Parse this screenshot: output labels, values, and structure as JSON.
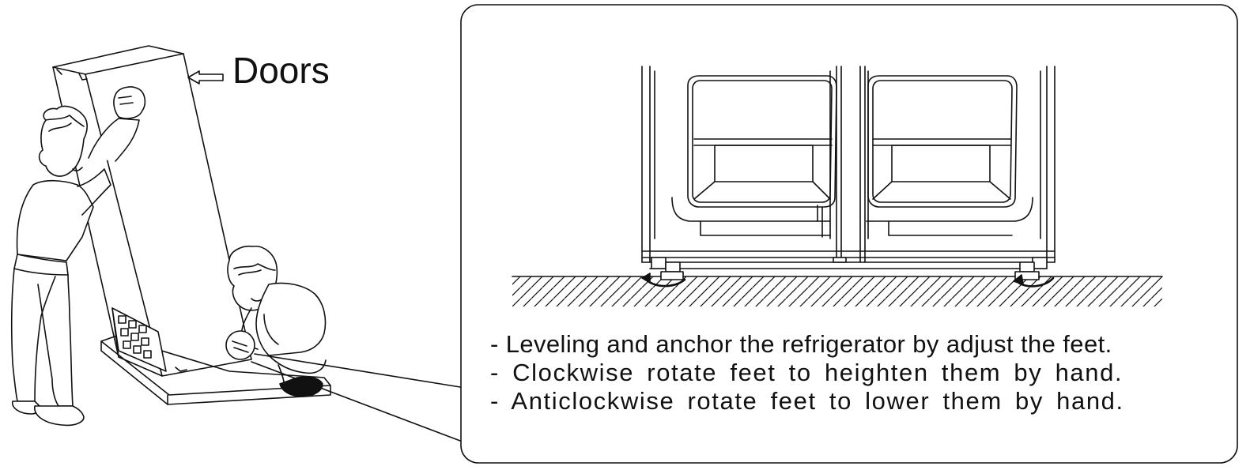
{
  "labels": {
    "doors": "Doors"
  },
  "instructions": [
    "- Leveling and anchor the refrigerator by adjust the feet.",
    "- Clockwise  rotate  feet  to  heighten  them  by  hand.",
    "- Anticlockwise  rotate  feet  to  lower  them  by  hand."
  ],
  "icons": {
    "doors_pointer": "arrow-left-icon",
    "foot_rotation_left": "rotate-arrow-icon",
    "foot_rotation_right": "rotate-arrow-icon"
  },
  "colors": {
    "line": "#111111",
    "background": "#ffffff"
  }
}
